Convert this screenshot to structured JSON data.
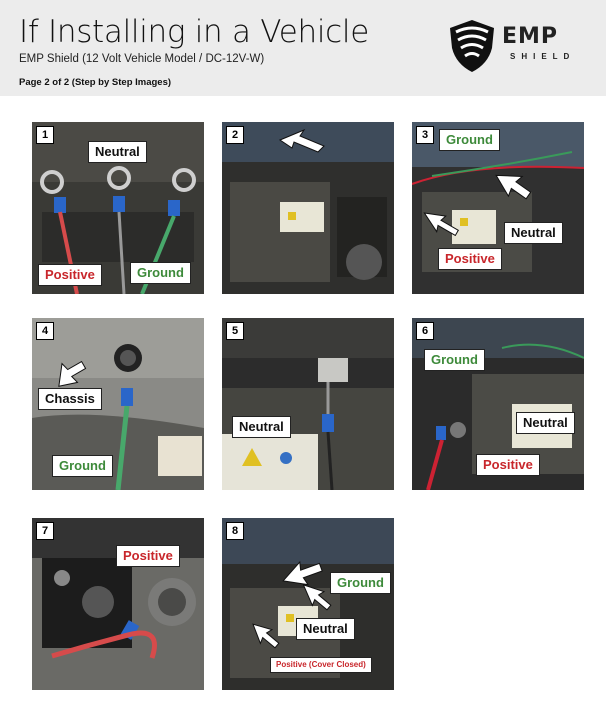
{
  "header": {
    "title": "If Installing in a Vehicle",
    "subtitle": "EMP Shield (12 Volt Vehicle Model / DC-12V-W)",
    "page_info": "Page 2 of 2 (Step by Step Images)"
  },
  "logo": {
    "word": "EMP",
    "sub": "SHIELD"
  },
  "steps": [
    {
      "number": "1",
      "labels": [
        "Neutral",
        "Positive",
        "Ground"
      ]
    },
    {
      "number": "2",
      "labels": []
    },
    {
      "number": "3",
      "labels": [
        "Ground",
        "Neutral",
        "Positive"
      ]
    },
    {
      "number": "4",
      "labels": [
        "Chassis",
        "Ground"
      ]
    },
    {
      "number": "5",
      "labels": [
        "Neutral"
      ]
    },
    {
      "number": "6",
      "labels": [
        "Ground",
        "Neutral",
        "Positive"
      ]
    },
    {
      "number": "7",
      "labels": [
        "Positive"
      ]
    },
    {
      "number": "8",
      "labels": [
        "Ground",
        "Neutral",
        "Positive (Cover Closed)"
      ]
    }
  ],
  "colors": {
    "positive": "#c8262b",
    "ground": "#3d8a3a",
    "neutral": "#111111",
    "header_bg": "#ececec"
  }
}
